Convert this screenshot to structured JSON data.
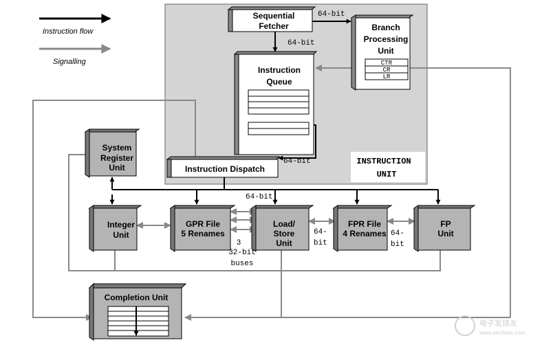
{
  "legend": {
    "instruction_flow": "Instruction flow",
    "signalling": "Signalling"
  },
  "units": {
    "sequential_fetcher": [
      "Sequential",
      "Fetcher"
    ],
    "branch_processing": [
      "Branch",
      "Processing",
      "Unit"
    ],
    "branch_registers": [
      "CTR",
      "CR",
      "LR"
    ],
    "instruction_queue": [
      "Instruction",
      "Queue"
    ],
    "instruction_dispatch": "Instruction Dispatch",
    "instruction_unit": [
      "INSTRUCTION",
      "UNIT"
    ],
    "system_register": [
      "System",
      "Register",
      "Unit"
    ],
    "integer": [
      "Integer",
      "Unit"
    ],
    "gpr_file": [
      "GPR File",
      "5 Renames"
    ],
    "load_store": [
      "Load/",
      "Store",
      "Unit"
    ],
    "fpr_file": [
      "FPR File",
      "4 Renames"
    ],
    "fp": [
      "FP",
      "Unit"
    ],
    "completion": "Completion Unit"
  },
  "bus_labels": {
    "fetch_to_branch": "64-bit",
    "fetch_to_queue": "64-bit",
    "queue_to_dispatch": "64-bit",
    "dispatch_bus": "64-bit",
    "buses_count": "3",
    "buses_width": "32-bit",
    "buses_word": "buses",
    "fpr_ls": [
      "64-",
      "bit"
    ],
    "fpr_fp": [
      "64-",
      "bit"
    ]
  },
  "watermark": {
    "name": "电子发烧友",
    "url": "www.elecfans.com"
  },
  "colors": {
    "unit_fill": "#b4b4b4",
    "instruction_unit_bg": "#d4d4d4",
    "signal_line": "#888888",
    "flow_line": "#000000"
  }
}
